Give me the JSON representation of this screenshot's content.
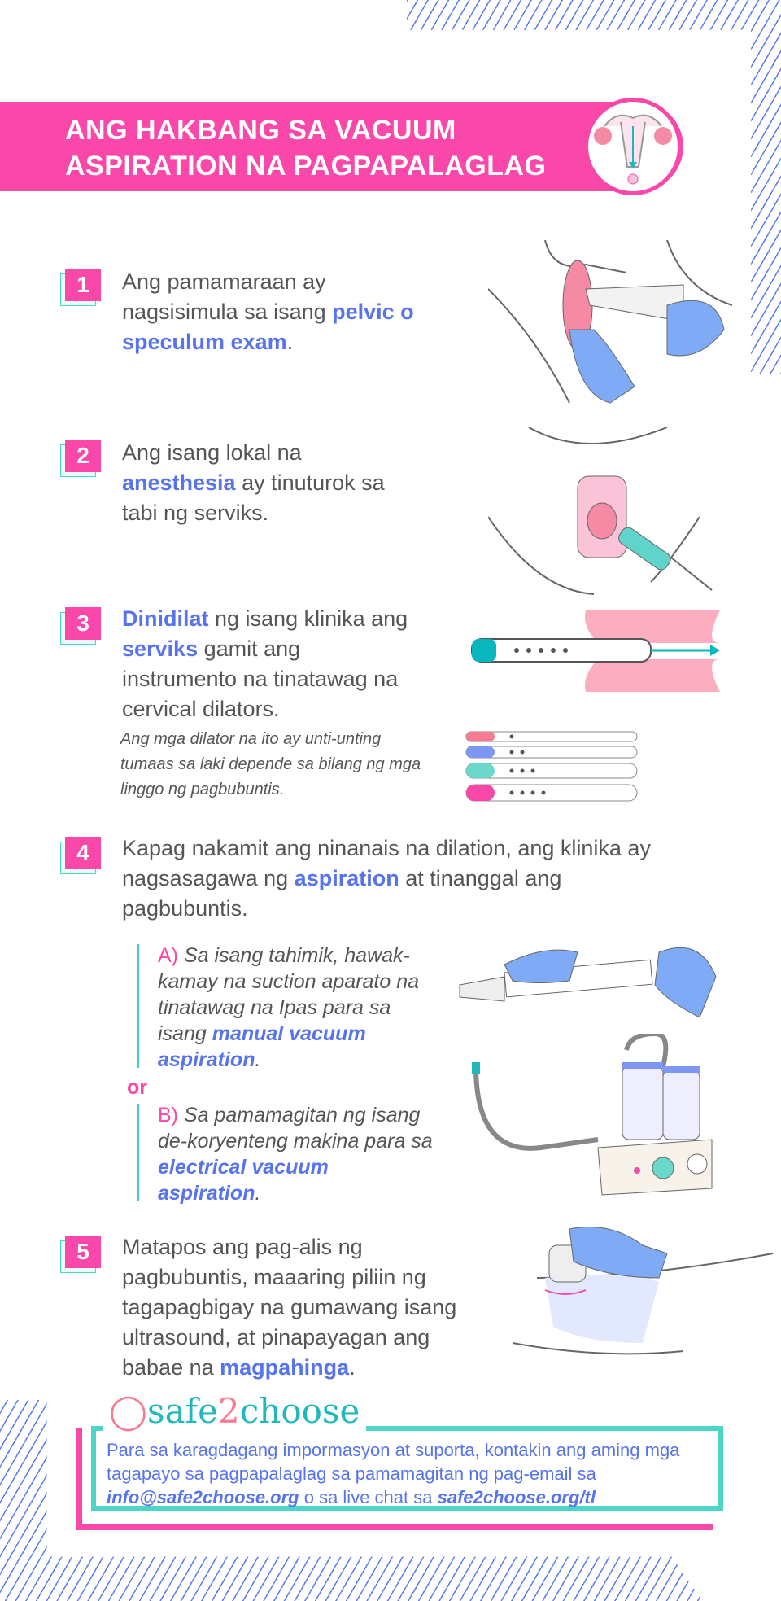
{
  "header": {
    "title_line1": "ANG HAKBANG SA VACUUM",
    "title_line2": "ASPIRATION NA PAGPAPALAGLAG"
  },
  "steps": [
    {
      "number": "1",
      "text_before": "Ang pamamaraan ay nagsisimula sa isang ",
      "highlight": "pelvic o speculum exam",
      "text_after": "."
    },
    {
      "number": "2",
      "text_before": "Ang isang lokal na ",
      "highlight": "anesthesia",
      "text_after": " ay tinuturok sa tabi ng serviks."
    },
    {
      "number": "3",
      "highlight1": "Dinidilat",
      "text1": " ng isang klinika ang ",
      "highlight2": "serviks",
      "text2": " gamit ang instrumento na tinatawag na cervical dilators.",
      "note": "Ang mga dilator na ito ay unti-unting tumaas sa laki depende sa bilang ng mga linggo ng pagbubuntis."
    },
    {
      "number": "4",
      "text_before": "Kapag nakamit ang ninanais na dilation, ang klinika ay nagsasagawa ng ",
      "highlight": "aspiration",
      "text_after": " at tinanggal ang pagbubuntis.",
      "option_a": {
        "label": "A)",
        "text": " Sa isang tahimik, hawak-kamay na suction aparato na tinatawag na Ipas para sa isang ",
        "highlight": "manual vacuum aspiration",
        "after": "."
      },
      "or": "or",
      "option_b": {
        "label": "B)",
        "text": " Sa pamamagitan ng isang de-koryenteng makina para sa ",
        "highlight": "electrical vacuum aspiration",
        "after": "."
      }
    },
    {
      "number": "5",
      "text_before": "Matapos ang pag-alis ng pagbubuntis, maaaring piliin ng tagapagbigay na gumawang isang ultrasound, at pinapayagan ang babae na ",
      "highlight": "magpahinga",
      "text_after": "."
    }
  ],
  "footer": {
    "logo": "safe2choose",
    "logo_a": "safe",
    "logo_2": "2",
    "logo_b": "choose",
    "text": "Para sa karagdagang impormasyon at suporta, kontakin ang aming mga tagapayo sa pagpapalaglag sa pamamagitan ng pag-email sa ",
    "email": "info@safe2choose.org",
    "middle": " o sa live chat sa ",
    "url": "safe2choose.org/tl"
  },
  "colors": {
    "pink": "#f948aa",
    "blue": "#5773ee",
    "teal": "#4cd6c7"
  }
}
